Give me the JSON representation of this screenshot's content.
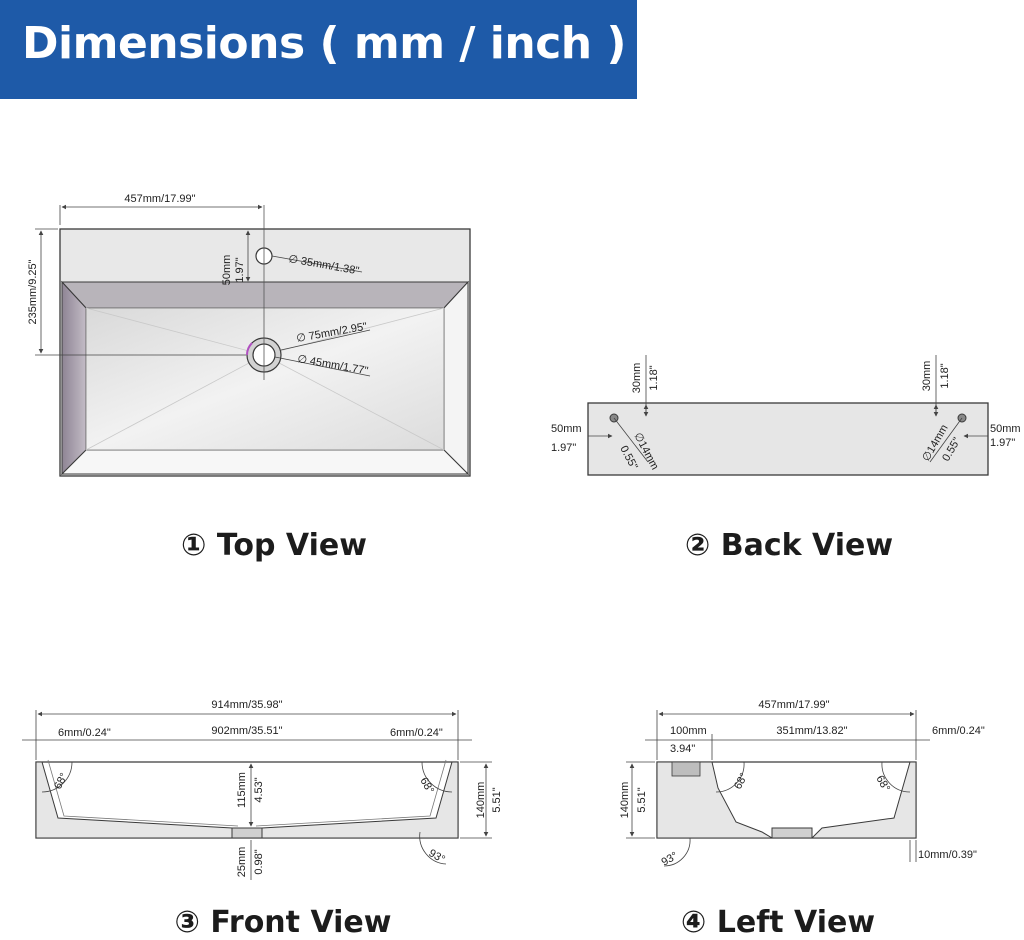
{
  "header": {
    "title": "Dimensions ( mm / inch )"
  },
  "colors": {
    "banner": "#1e5aa8",
    "banner_text": "#ffffff",
    "panel": "#e6e6e6",
    "outline": "#3a3a3a"
  },
  "views": {
    "top": {
      "caption": "① Top View"
    },
    "back": {
      "caption": "② Back View"
    },
    "front": {
      "caption": "③ Front View"
    },
    "left": {
      "caption": "④ Left View"
    }
  },
  "top_view": {
    "width_half": "457mm/17.99\"",
    "depth_mm": "235mm",
    "depth_in": "9.25\"",
    "hole_offset_mm": "50mm",
    "hole_offset_in": "1.97\"",
    "faucet_hole": "35mm/1.38\"",
    "drain_outer": "75mm/2.95\"",
    "drain_inner": "45mm/1.77\"",
    "dia_symbol": "∅"
  },
  "back_view": {
    "top_mm": "30mm",
    "top_in": "1.18\"",
    "side_mm": "50mm",
    "side_in": "1.97\"",
    "hole_mm": "14mm",
    "hole_in": "0.55\""
  },
  "front_view": {
    "overall": "914mm/35.98\"",
    "inner": "902mm/35.51\"",
    "wall": "6mm/0.24\"",
    "depth_mm": "115mm",
    "depth_in": "4.53\"",
    "height_mm": "140mm",
    "height_in": "5.51\"",
    "base_mm": "25mm",
    "base_in": "0.98\"",
    "angle_side": "68°",
    "angle_bottom": "93°"
  },
  "left_view": {
    "overall": "457mm/17.99\"",
    "deck_mm": "100mm",
    "deck_in": "3.94\"",
    "basin": "351mm/13.82\"",
    "wall": "6mm/0.24\"",
    "height_mm": "140mm",
    "height_in": "5.51\"",
    "bottom": "10mm/0.39\"",
    "angle_side": "68°",
    "angle_bottom": "93°"
  }
}
